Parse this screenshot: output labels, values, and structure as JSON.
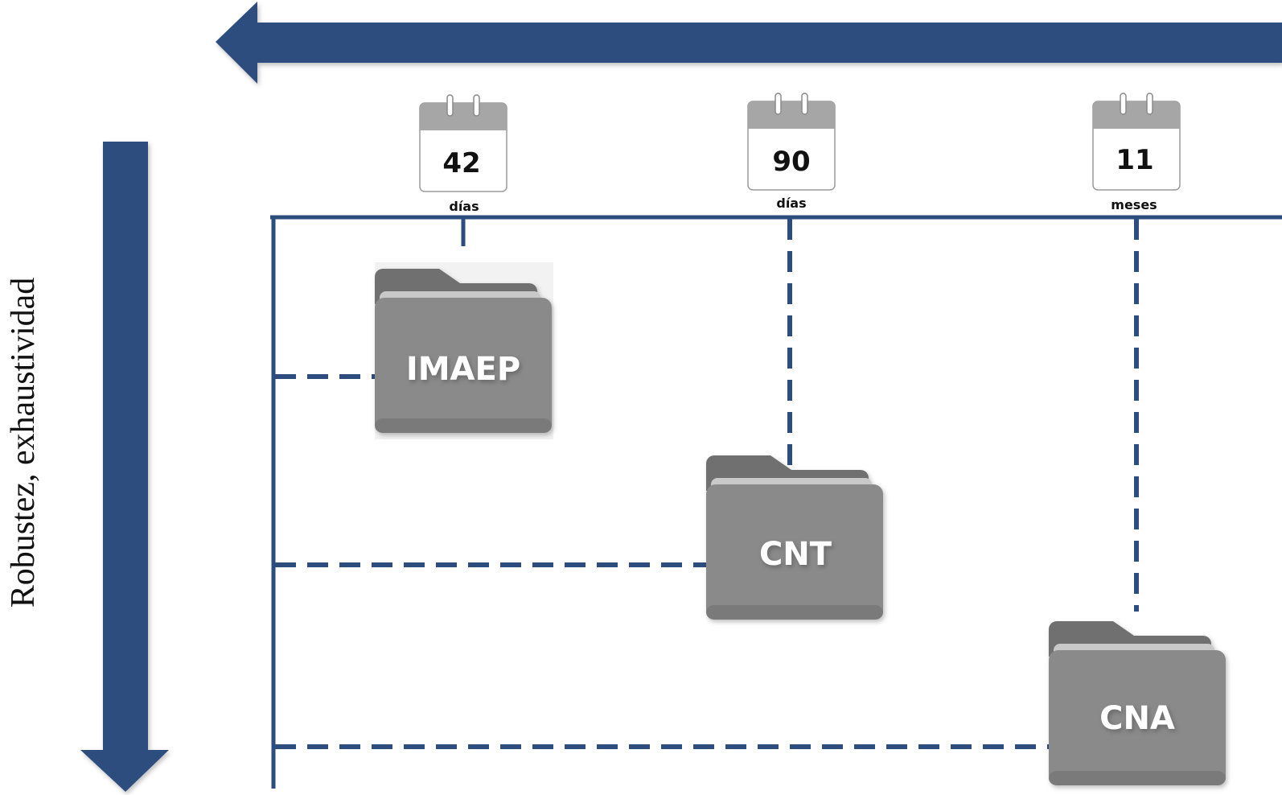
{
  "diagram": {
    "axis_label": "Robustez, exhaustividad",
    "accent_color": "#2d4d7f",
    "folder_color": "#8a8a8a",
    "calendars": [
      {
        "number": "42",
        "unit": "días"
      },
      {
        "number": "90",
        "unit": "días"
      },
      {
        "number": "11",
        "unit": "meses"
      }
    ],
    "folders": [
      {
        "label": "IMAEP"
      },
      {
        "label": "CNT"
      },
      {
        "label": "CNA"
      }
    ]
  }
}
